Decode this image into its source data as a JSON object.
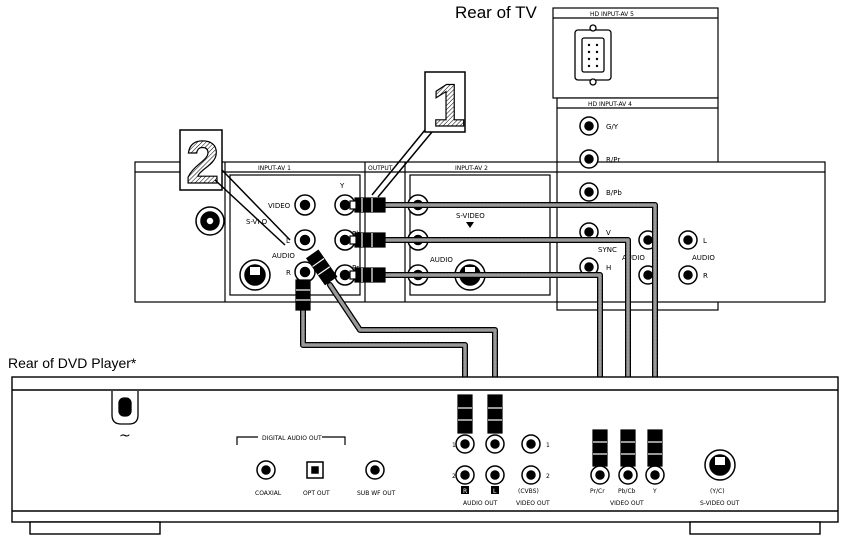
{
  "captions": {
    "rear_tv": "Rear of TV",
    "rear_dvd": "Rear of DVD Player*"
  },
  "callouts": {
    "one": "1",
    "two": "2"
  },
  "tv": {
    "hd_input_av5": "HD INPUT-AV 5",
    "hd_input_av4": "HD INPUT-AV 4",
    "input_av1": "INPUT-AV 1",
    "output": "OUTPUT",
    "input_av2": "INPUT-AV 2",
    "video": "VIDEO",
    "s_video": "S-VIDEO",
    "audio": "AUDIO",
    "sync": "SYNC",
    "l": "L",
    "r": "R",
    "y": "Y",
    "pb": "Pb",
    "pr": "Pr",
    "gy": "G/Y",
    "bpb": "B/Pb",
    "rpr": "R/Pr",
    "v": "V",
    "h": "H",
    "s_video_partial": "S-VI   O"
  },
  "dvd": {
    "digital_audio_out": "DIGITAL AUDIO OUT",
    "coaxial": "COAXIAL",
    "opt_out": "OPT OUT",
    "sub_wf_out": "SUB WF OUT",
    "audio_out": "AUDIO OUT",
    "video_out_cvbs": "VIDEO OUT",
    "cvbs": "(CVBS)",
    "video_out": "VIDEO OUT",
    "s_video_out": "S-VIDEO OUT",
    "yc": "(Y/C)",
    "pr": "Pr/Cr",
    "pb": "Pb/Cb",
    "y": "Y",
    "num1": "1",
    "num2": "2",
    "r_badge": "R",
    "l_badge": "L",
    "ac": "~"
  },
  "colors": {
    "line": "#000000",
    "paper": "#ffffff",
    "cable": "#8a8a8a"
  }
}
